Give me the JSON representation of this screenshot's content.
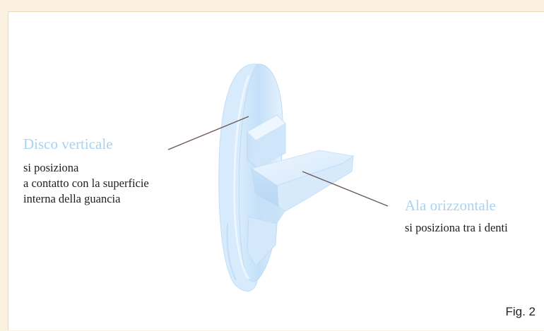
{
  "labels": {
    "vertical_disc": {
      "title": "Disco verticale",
      "line1": "si posiziona",
      "line2": "a contatto con la superficie",
      "line3": "interna della guancia"
    },
    "horizontal_wing": {
      "title": "Ala orizzontale",
      "line1": "si posiziona tra i denti"
    }
  },
  "figure_caption": "Fig. 2",
  "colors": {
    "page_background": "#fbf1e1",
    "panel_background": "#ffffff",
    "title_accent": "#a9d3f1",
    "object_tint": "#cfe6fb",
    "leader_line": "#6b5a55"
  }
}
